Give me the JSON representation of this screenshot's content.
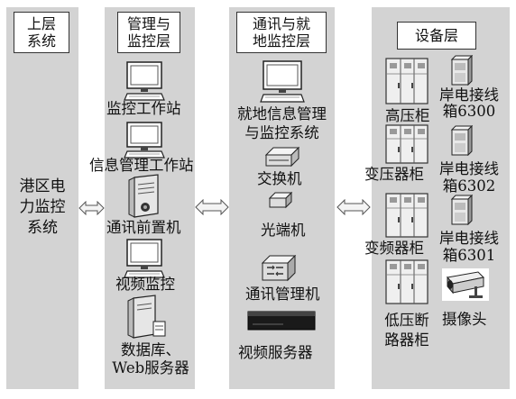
{
  "columns": {
    "upper": {
      "header": [
        "上层",
        "系统"
      ],
      "body": [
        "港区电",
        "力监控",
        "系统"
      ]
    },
    "management": {
      "header": [
        "管理与",
        "监控层"
      ],
      "items": {
        "workstation": "监控工作站",
        "info_workstation": "信息管理工作站",
        "frontend": "通讯前置机",
        "video": "视频监控",
        "database": [
          "数据库、",
          "Web服务器"
        ]
      }
    },
    "comm": {
      "header": [
        "通讯与就",
        "地监控层"
      ],
      "items": {
        "local_system": [
          "就地信息管理",
          "与监控系统"
        ],
        "switch": "交换机",
        "optical": "光端机",
        "comm_manager": "通讯管理机",
        "video_server": "视频服务器"
      }
    },
    "device": {
      "header": "设备层",
      "items": {
        "high_voltage": "高压柜",
        "box_6300": [
          "岸电接线",
          "箱6300"
        ],
        "transformer": "变压器柜",
        "box_6302": [
          "岸电接线",
          "箱6302"
        ],
        "inverter": "变频器柜",
        "box_6301": [
          "岸电接线",
          "箱6301"
        ],
        "low_voltage": [
          "低压断",
          "路器柜"
        ],
        "camera": "摄像头"
      }
    }
  }
}
